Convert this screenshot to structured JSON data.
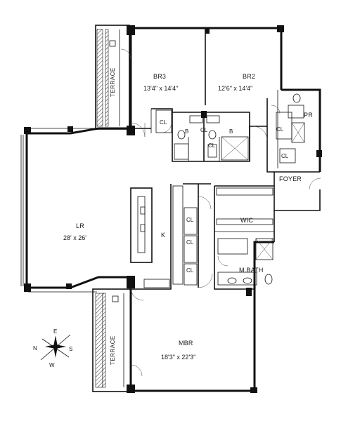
{
  "rooms": {
    "br3": {
      "label": "BR3",
      "dims": "13'4\" x 14'4\""
    },
    "br2": {
      "label": "BR2",
      "dims": "12'6\" x 14'4\""
    },
    "lr": {
      "label": "LR",
      "dims": "28' x 26'"
    },
    "mbr": {
      "label": "MBR",
      "dims": "18'3\" x 22'3\""
    },
    "pr": {
      "label": "PR"
    },
    "foyer": {
      "label": "FOYER"
    },
    "wic": {
      "label": "WIC"
    },
    "mbath": {
      "label": "M.BATH"
    },
    "kitchen": {
      "label": "K"
    },
    "bath_b1": {
      "label": "B"
    },
    "bath_b2": {
      "label": "B"
    }
  },
  "closets": {
    "cl_br3": "CL",
    "cl_br2a": "CL",
    "cl_br2b": "CL",
    "cl_pr": "CL",
    "cl_foyer": "CL",
    "cl_k1": "CL",
    "cl_k2": "CL",
    "cl_k3": "CL"
  },
  "terraces": {
    "north": "TERRACE",
    "south": "TERRACE"
  },
  "compass": {
    "n": "N",
    "e": "E",
    "s": "S",
    "w": "W"
  }
}
